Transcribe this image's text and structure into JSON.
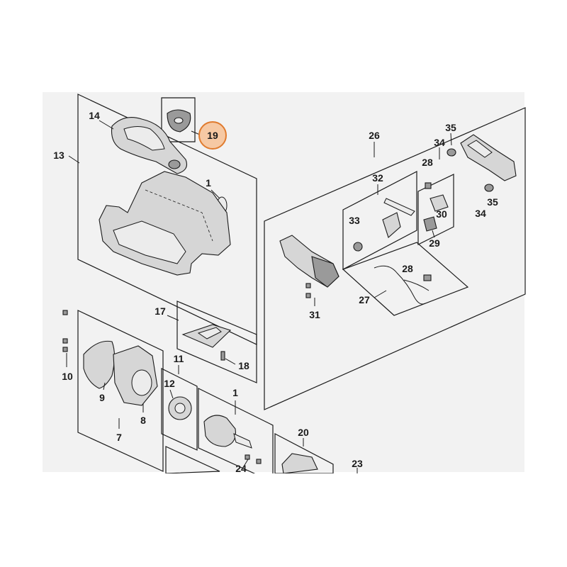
{
  "callouts": [
    {
      "id": "c14",
      "label": "14"
    },
    {
      "id": "c19",
      "label": "19",
      "highlight": true
    },
    {
      "id": "c13",
      "label": "13"
    },
    {
      "id": "c1a",
      "label": "1"
    },
    {
      "id": "c26",
      "label": "26"
    },
    {
      "id": "c35a",
      "label": "35"
    },
    {
      "id": "c34a",
      "label": "34"
    },
    {
      "id": "c28a",
      "label": "28"
    },
    {
      "id": "c32",
      "label": "32"
    },
    {
      "id": "c33",
      "label": "33"
    },
    {
      "id": "c30",
      "label": "30"
    },
    {
      "id": "c29",
      "label": "29"
    },
    {
      "id": "c35b",
      "label": "35"
    },
    {
      "id": "c34b",
      "label": "34"
    },
    {
      "id": "c28b",
      "label": "28"
    },
    {
      "id": "c27",
      "label": "27"
    },
    {
      "id": "c31",
      "label": "31"
    },
    {
      "id": "c17",
      "label": "17"
    },
    {
      "id": "c18",
      "label": "18"
    },
    {
      "id": "c10",
      "label": "10"
    },
    {
      "id": "c9",
      "label": "9"
    },
    {
      "id": "c8",
      "label": "8"
    },
    {
      "id": "c7",
      "label": "7"
    },
    {
      "id": "c11",
      "label": "11"
    },
    {
      "id": "c12",
      "label": "12"
    },
    {
      "id": "c1b",
      "label": "1"
    },
    {
      "id": "c24",
      "label": "24"
    },
    {
      "id": "c20",
      "label": "20"
    },
    {
      "id": "c23",
      "label": "23"
    }
  ],
  "colors": {
    "highlight_fill": "#f6c9a4",
    "highlight_stroke": "#e07b2e",
    "background": "#f2f2f2"
  }
}
